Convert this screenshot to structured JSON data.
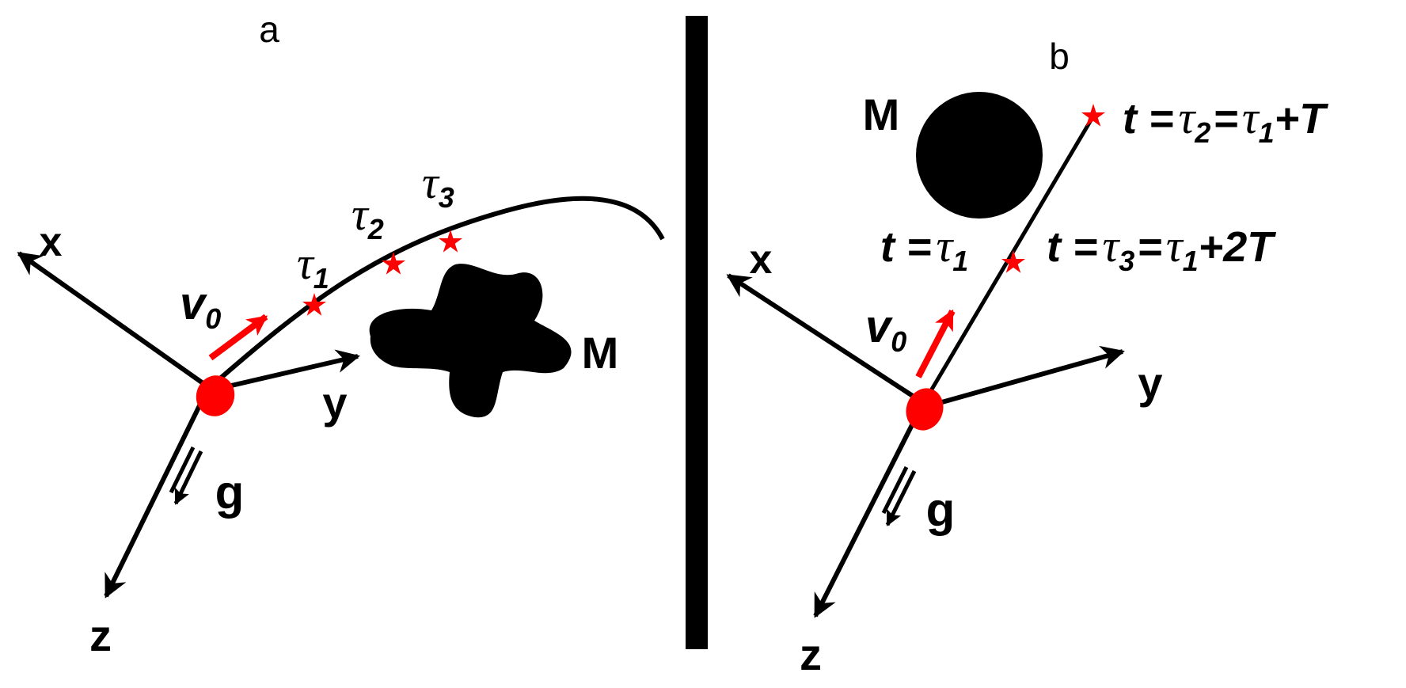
{
  "panel_a": {
    "letter": "a",
    "axes": {
      "x": "x",
      "y": "y",
      "z": "z"
    },
    "velocity_symbol": "v",
    "velocity_subscript": "0",
    "gravity": "g",
    "mass": "M",
    "tau_symbol": "τ",
    "markers": [
      "1",
      "2",
      "3"
    ]
  },
  "panel_b": {
    "letter": "b",
    "axes": {
      "x": "x",
      "y": "y",
      "z": "z"
    },
    "velocity_symbol": "v",
    "velocity_subscript": "0",
    "gravity": "g",
    "mass": "M",
    "eq_t1": {
      "lhs": "t =",
      "tau": "τ",
      "sub": "1"
    },
    "eq_t3": {
      "lhs": "t =",
      "tau_a": "τ",
      "sub_a": "3",
      "mid": "=",
      "tau_b": "τ",
      "sub_b": "1",
      "rhs": "+2T"
    },
    "eq_t2": {
      "lhs": "t =",
      "tau_a": "τ",
      "sub_a": "2",
      "mid": "=",
      "tau_b": "τ",
      "sub_b": "1",
      "rhs": "+T"
    }
  },
  "colors": {
    "ink": "#000000",
    "accent": "#ff0000",
    "background": "#ffffff"
  }
}
